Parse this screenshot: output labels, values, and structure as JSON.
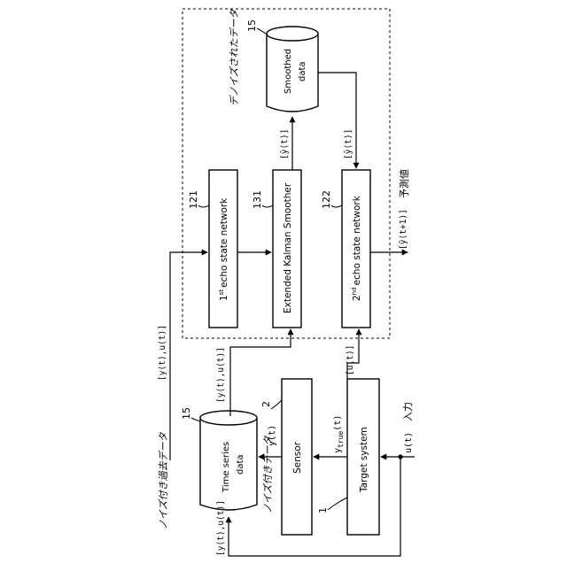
{
  "blocks": {
    "esn1": {
      "label": "echo state network",
      "ordinal_num": "1",
      "ordinal_sup": "st",
      "ref": "121"
    },
    "ekf": {
      "label": "Extended Kalman Smoother",
      "ref": "131"
    },
    "esn2": {
      "label": "echo state network",
      "ordinal_num": "2",
      "ordinal_sup": "nd",
      "ref": "122"
    },
    "sensor": {
      "label": "Sensor",
      "ref": "2"
    },
    "target": {
      "label": "Target system",
      "ref": "1"
    }
  },
  "stores": {
    "smoothed": {
      "line1": "Smoothed",
      "line2": "data",
      "ref": "15",
      "caption": "デノイズされたデータ"
    },
    "timeseries": {
      "line1": "Time series",
      "line2": "data",
      "ref": "15",
      "caption": "ノイズ付き過去データ"
    }
  },
  "signals": {
    "yu_top": "[y(t),u(t)]",
    "yu_mid": "[y(t),u(t)]",
    "yu_bottom": "[y(t),u(t)]",
    "u_only": "[u(t)]",
    "yt_hat_left": "[ȳ(t)]",
    "yt_hat_right": "[ȳ(t)]",
    "y_pred": "[ŷ(t+1)]",
    "y_pred_caption": "予測値",
    "y_sensor": "y(t)",
    "y_true_base": "y",
    "y_true_sub": "true",
    "y_true_arg": "(t)",
    "noisy_caption": "ノイズ付きデータ",
    "input_label": "u(t)",
    "input_caption": "入力"
  }
}
